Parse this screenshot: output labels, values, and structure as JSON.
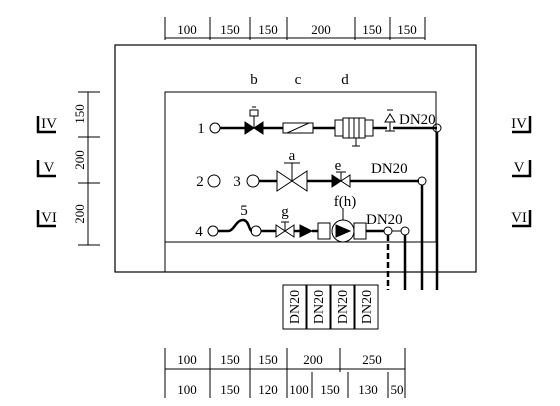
{
  "top_dims": [
    "100",
    "150",
    "150",
    "200",
    "150",
    "150"
  ],
  "bottom_dims_1": [
    "100",
    "150",
    "150",
    "200",
    "250"
  ],
  "bottom_dims_2": [
    "100",
    "150",
    "120",
    "100",
    "150",
    "130",
    "50"
  ],
  "left_dims": [
    "150",
    "200",
    "200"
  ],
  "section_marks_left": [
    "IV",
    "V",
    "VI"
  ],
  "section_marks_right": [
    "IV",
    "V",
    "VI"
  ],
  "component_letters": {
    "b": "b",
    "c": "c",
    "d": "d",
    "a": "a",
    "e": "e",
    "g": "g",
    "fh": "f(h)"
  },
  "pipe_numbers": [
    "1",
    "2",
    "3",
    "4",
    "5"
  ],
  "dn_labels_right": [
    "DN20",
    "DN20",
    "DN20"
  ],
  "dn_labels_bottom": [
    "DN20",
    "DN20",
    "DN20",
    "DN20"
  ]
}
